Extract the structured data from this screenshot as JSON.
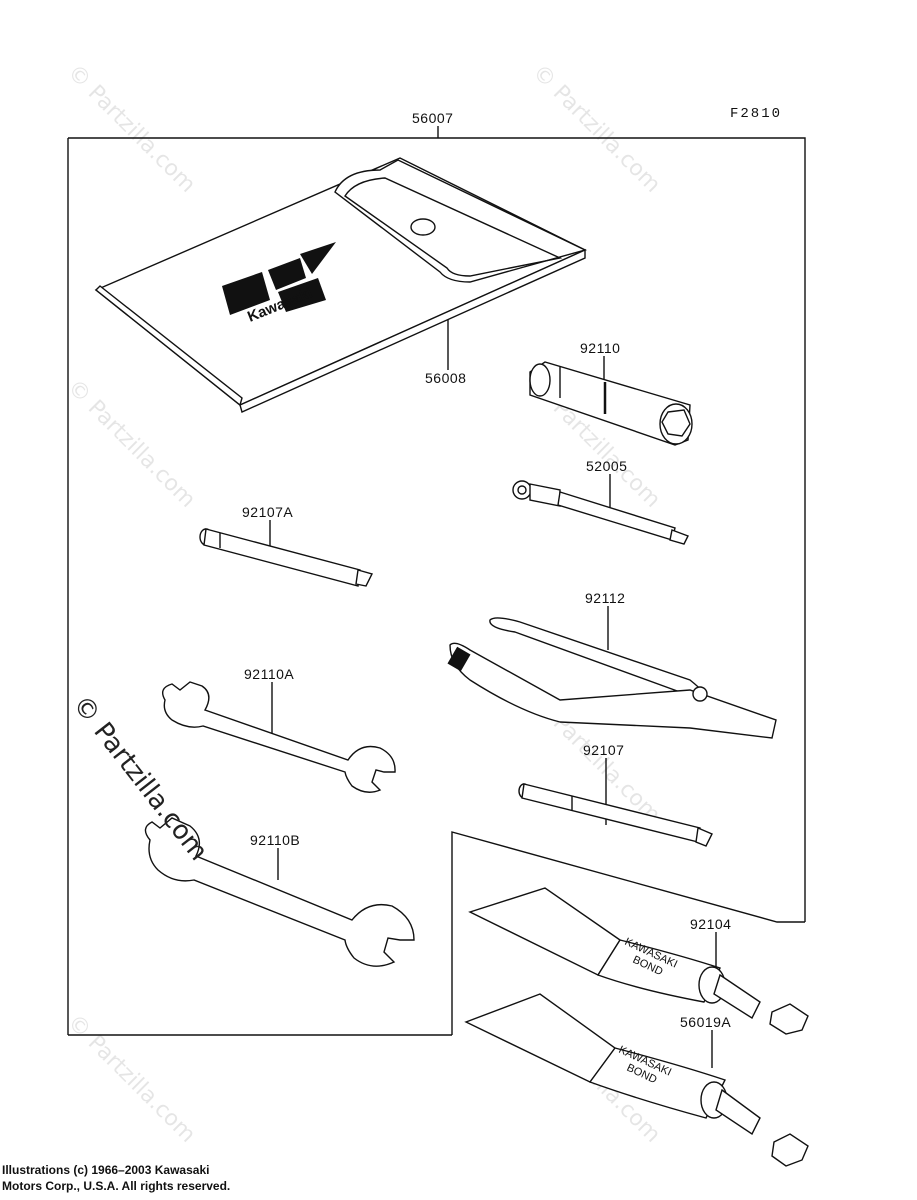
{
  "figure_code": "F2810",
  "parts": {
    "kit_case_assembly": "56007",
    "tool_bag": "56008",
    "plug_wrench": "92110",
    "handle_tool": "52005",
    "screwdriver_a": "92107A",
    "pliers": "92112",
    "wrench_a": "92110A",
    "screwdriver": "92107",
    "wrench_b": "92110B",
    "bond_tube_1": "92104",
    "bond_tube_2": "56019A"
  },
  "logo": {
    "brand": "Kawasaki"
  },
  "tube_text": {
    "line1": "KAWASAKI",
    "line2": "BOND"
  },
  "watermark": "© Partzilla.com",
  "copyright": {
    "line1": "Illustrations (c) 1966–2003 Kawasaki",
    "line2": "Motors Corp., U.S.A.  All rights reserved."
  }
}
